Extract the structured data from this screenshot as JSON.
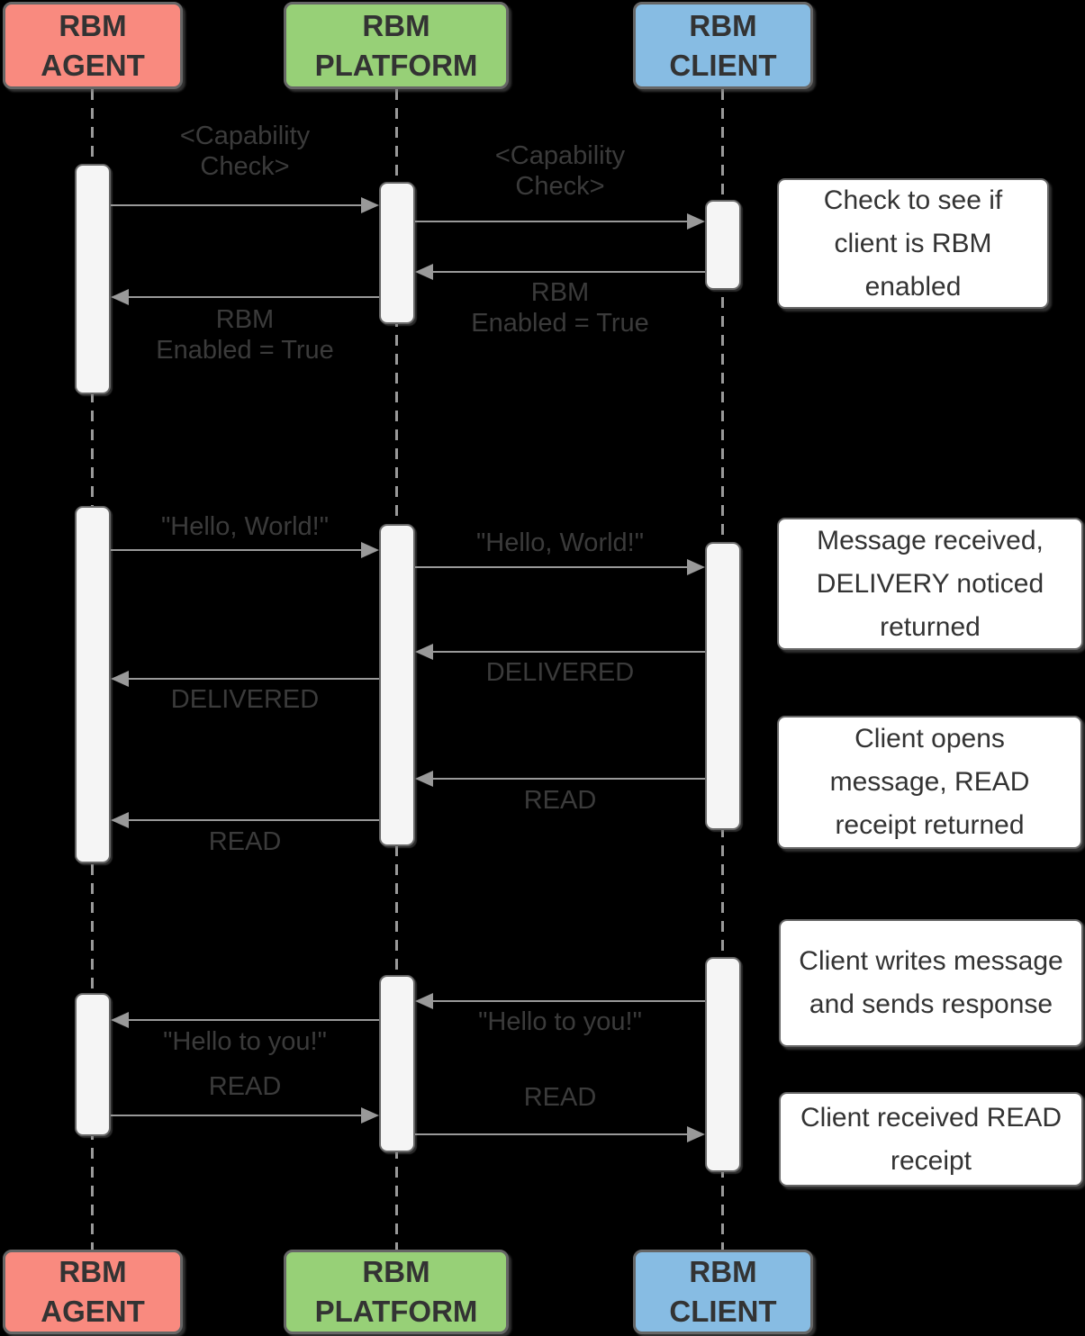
{
  "diagram": {
    "type": "sequence-diagram",
    "colors": {
      "background": "#000000",
      "agent_fill": "#F98A7F",
      "platform_fill": "#97D077",
      "client_fill": "#87BCE3",
      "actor_border": "#666666",
      "actor_text": "#333333",
      "activation_fill": "#F5F5F5",
      "arrow": "#999999",
      "message_text": "#3B3B3B",
      "note_fill": "#FFFFFF",
      "note_text": "#333333"
    },
    "actors": [
      {
        "id": "agent",
        "label": "RBM\nAGENT"
      },
      {
        "id": "platform",
        "label": "RBM\nPLATFORM"
      },
      {
        "id": "client",
        "label": "RBM\nCLIENT"
      }
    ],
    "messages": [
      {
        "from": "agent",
        "to": "platform",
        "label": "<Capability\nCheck>"
      },
      {
        "from": "platform",
        "to": "client",
        "label": "<Capability\nCheck>"
      },
      {
        "from": "client",
        "to": "platform",
        "label": "RBM\nEnabled = True"
      },
      {
        "from": "platform",
        "to": "agent",
        "label": "RBM\nEnabled = True"
      },
      {
        "from": "agent",
        "to": "platform",
        "label": "\"Hello, World!\""
      },
      {
        "from": "platform",
        "to": "client",
        "label": "\"Hello, World!\""
      },
      {
        "from": "client",
        "to": "platform",
        "label": "DELIVERED"
      },
      {
        "from": "platform",
        "to": "agent",
        "label": "DELIVERED"
      },
      {
        "from": "client",
        "to": "platform",
        "label": "READ"
      },
      {
        "from": "platform",
        "to": "agent",
        "label": "READ"
      },
      {
        "from": "client",
        "to": "platform",
        "label": "\"Hello to you!\""
      },
      {
        "from": "platform",
        "to": "agent",
        "label": "\"Hello to you!\""
      },
      {
        "from": "agent",
        "to": "platform",
        "label": "READ"
      },
      {
        "from": "platform",
        "to": "client",
        "label": "READ"
      }
    ],
    "notes": [
      {
        "text": "Check to see if client is RBM enabled"
      },
      {
        "text": "Message received, DELIVERY noticed returned"
      },
      {
        "text": "Client opens message, READ receipt returned"
      },
      {
        "text": "Client writes message and sends response"
      },
      {
        "text": "Client received READ receipt"
      }
    ]
  }
}
